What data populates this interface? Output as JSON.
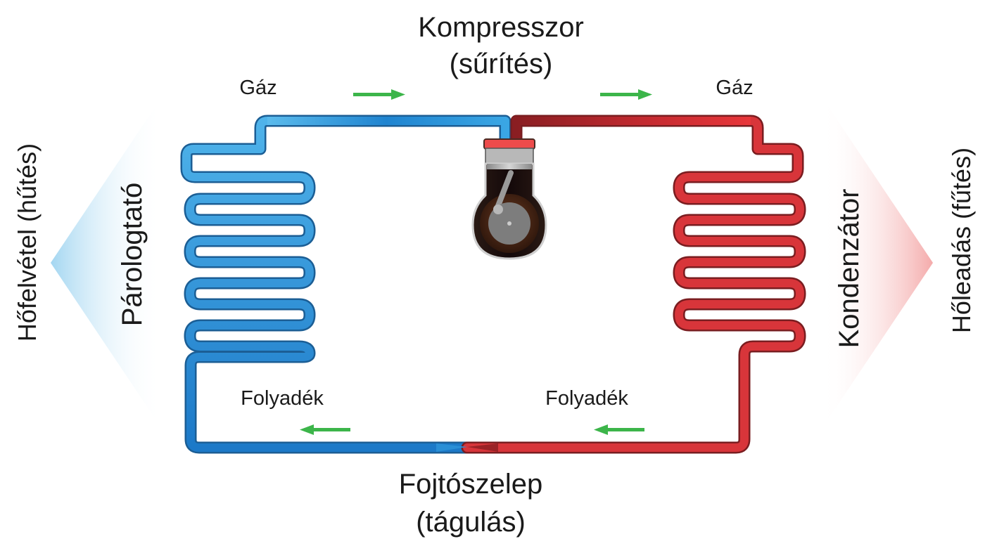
{
  "compressor": {
    "line1": "Kompresszor",
    "line2": "(sűrítés)"
  },
  "valve": {
    "line1": "Fojtószelep",
    "line2": "(tágulás)"
  },
  "flow_labels": {
    "gas_left": "Gáz",
    "gas_right": "Gáz",
    "liquid_left": "Folyadék",
    "liquid_right": "Folyadék"
  },
  "evaporator": {
    "label": "Párologtató"
  },
  "condenser": {
    "label": "Kondenzátor"
  },
  "side_labels": {
    "heat_intake": "Hőfelvétel (hűtés)",
    "heat_release": "Hőleadás (fűtés)"
  },
  "colors": {
    "cold_pipe": "#2a8fd6",
    "hot_pipe": "#cc2a2e",
    "flow_arrow": "#3cb54a",
    "cold_zone": "#a9d9f2",
    "hot_zone": "#f6b3b3"
  },
  "icons": [
    "piston-compressor-icon",
    "flow-arrow-icon"
  ]
}
